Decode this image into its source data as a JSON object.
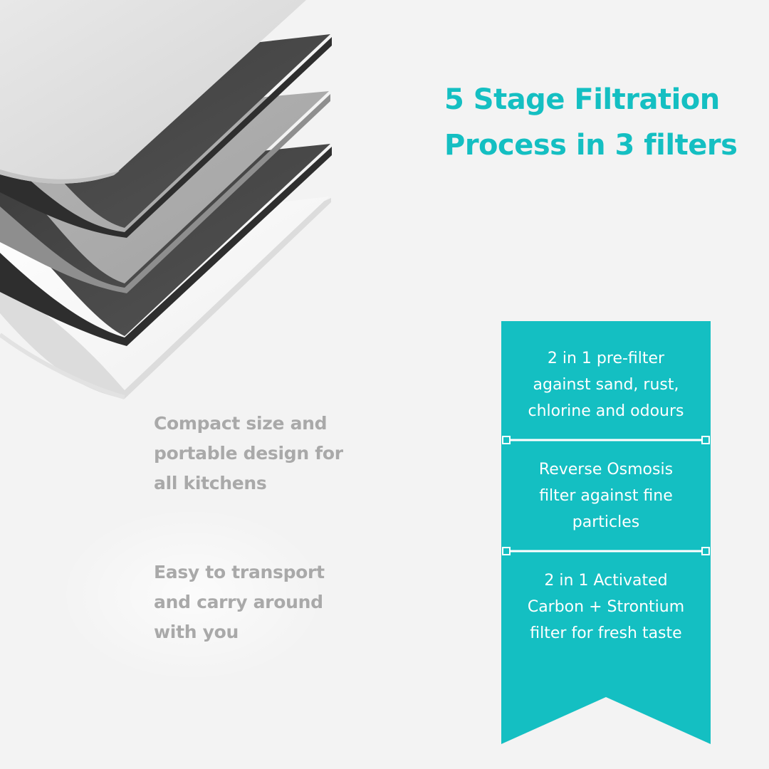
{
  "headline": {
    "line1": "5 Stage Filtration",
    "line2": "Process in 3 filters"
  },
  "features": [
    {
      "lines": [
        "Compact size and",
        "portable design for",
        "all kitchens"
      ]
    },
    {
      "lines": [
        "Easy to transport",
        "and carry around",
        "with you"
      ]
    }
  ],
  "stages": [
    {
      "lines": [
        "2 in 1 pre-filter",
        "against sand, rust,",
        "chlorine and odours"
      ]
    },
    {
      "lines": [
        "Reverse Osmosis",
        "filter against fine",
        "particles"
      ]
    },
    {
      "lines": [
        "2 in 1 Activated",
        "Carbon + Strontium",
        "filter for fresh taste"
      ]
    }
  ],
  "colors": {
    "accent": "#14bfc2",
    "feature_text": "#a9a9a9",
    "background": "#f3f3f3"
  }
}
